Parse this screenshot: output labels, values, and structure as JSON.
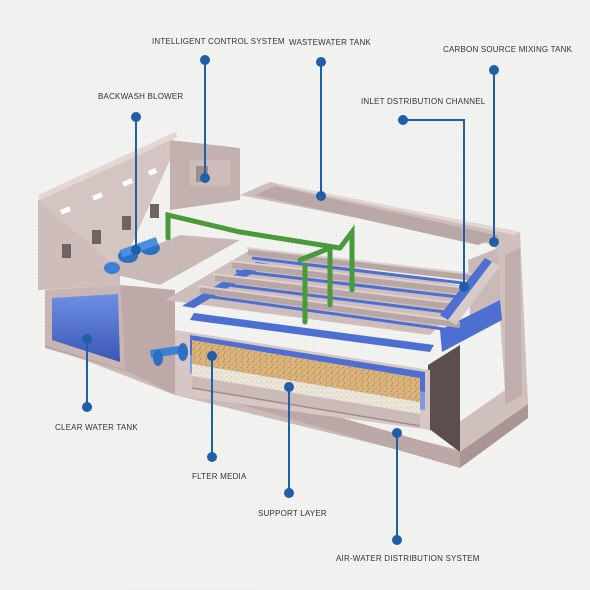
{
  "labels": {
    "intelligent_control_system": "INTELLIGENT CONTROL SYSTEM",
    "wastewater_tank": "WASTEWATER TANK",
    "carbon_source_mixing_tank": "CARBON SOURCE MIXING TANK",
    "backwash_blower": "BACKWASH BLOWER",
    "inlet_distribution_channel": "INLET DSTRIBUTION CHANNEL",
    "clear_water_tank": "CLEAR WATER TANK",
    "filter_media": "FLTER  MEDIA",
    "support_layer": "SUPPORT LAYER",
    "air_water_distribution_system": "AIR-WATER  DISTRIBUTION  SYSTEM"
  },
  "colors": {
    "callout": "#1f5fa8",
    "concrete": "#d8c8c6",
    "concrete_dark": "#bfaeac",
    "water": "#4d6fd1",
    "pipe": "#4a9a3c",
    "media": "#d9b47c",
    "gravel": "#e9e3d6"
  }
}
